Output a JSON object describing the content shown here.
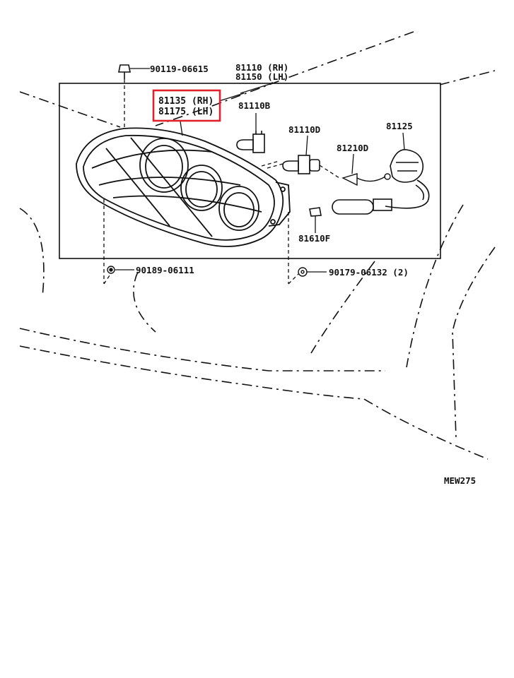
{
  "diagram": {
    "parts": {
      "bolt_top": "90119-06615",
      "headlamp_rh": "81110 (RH)",
      "headlamp_lh": "81150 (LH)",
      "unit_rh": "81135 (RH)",
      "unit_lh": "81175 (LH)",
      "bulb_b": "81110B",
      "bulb_d": "81110D",
      "socket": "81125",
      "bulb_small": "81210D",
      "cover": "81610F",
      "bolt_left": "90189-06111",
      "nut_right": "90179-06132 (2)"
    },
    "figure_code": "MEW275",
    "highlight_color": "#e0202a",
    "line_color": "#111111"
  }
}
